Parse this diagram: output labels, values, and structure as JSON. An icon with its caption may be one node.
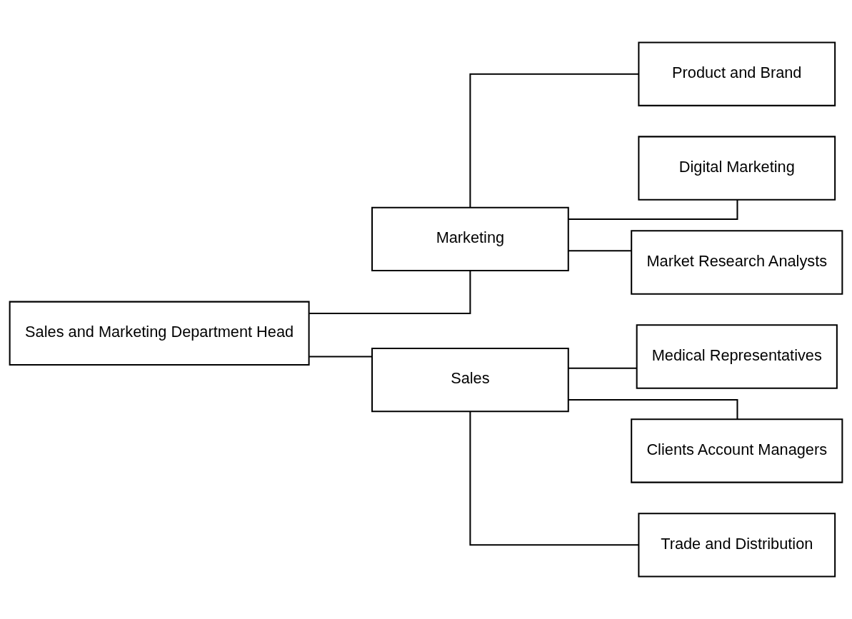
{
  "diagram": {
    "nodes": [
      {
        "text": [
          "Sales and Marketing Department Head"
        ]
      },
      {
        "text": [
          "Marketing"
        ]
      },
      {
        "text": [
          "Sales"
        ]
      },
      {
        "text": [
          "Product and Brand"
        ]
      },
      {
        "text": [
          "Digital Marketing"
        ]
      },
      {
        "text": [
          "Market Research Analysts"
        ]
      },
      {
        "text": [
          "Medical Representatives"
        ]
      },
      {
        "text": [
          "Clients Account Managers"
        ]
      },
      {
        "text": [
          "Trade and Distribution"
        ]
      }
    ],
    "edges": [
      {
        "from": 0,
        "to": 1,
        "arrow": "none"
      },
      {
        "from": 0,
        "to": 2,
        "arrow": "none"
      },
      {
        "from": 1,
        "to": 3,
        "arrow": "none"
      },
      {
        "from": 1,
        "to": 4,
        "arrow": "none"
      },
      {
        "from": 1,
        "to": 5,
        "arrow": "none"
      },
      {
        "from": 2,
        "to": 6,
        "arrow": "none"
      },
      {
        "from": 2,
        "to": 7,
        "arrow": "none"
      },
      {
        "from": 2,
        "to": 8,
        "arrow": "none"
      }
    ]
  }
}
